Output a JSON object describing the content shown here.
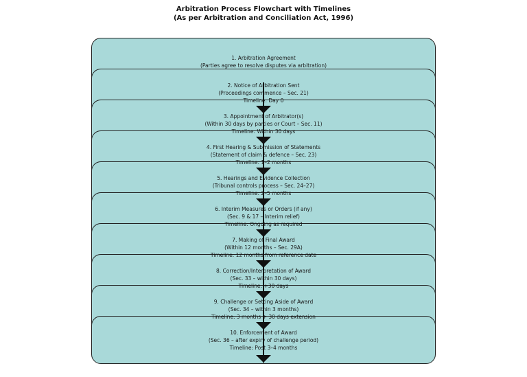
{
  "title": {
    "line1": "Arbitration Process Flowchart with Timelines",
    "line2": "(As per Arbitration and Conciliation Act, 1996)"
  },
  "colors": {
    "box_fill": "#a9d9d9",
    "box_border": "#222222",
    "arrow": "#111111",
    "text": "#1a1a1a",
    "background": "#ffffff"
  },
  "steps": [
    {
      "line1": "1. Arbitration Agreement",
      "line2": "(Parties agree to resolve disputes via arbitration)",
      "line3": ""
    },
    {
      "line1": "2. Notice of Arbitration Sent",
      "line2": "(Proceedings commence – Sec. 21)",
      "line3": "Timeline: Day 0"
    },
    {
      "line1": "3. Appointment of Arbitrator(s)",
      "line2": "(Within 30 days by parties or Court – Sec. 11)",
      "line3": "Timeline: Within 30 days"
    },
    {
      "line1": "4. First Hearing & Submission of Statements",
      "line2": "(Statement of claim & defence – Sec. 23)",
      "line3": "Timeline: 1–2 months"
    },
    {
      "line1": "5. Hearings and Evidence Collection",
      "line2": "(Tribunal controls process – Sec. 24–27)",
      "line3": "Timeline: 2–5 months"
    },
    {
      "line1": "6. Interim Measures or Orders (if any)",
      "line2": "(Sec. 9 & 17 – Interim relief)",
      "line3": "Timeline: Ongoing as required"
    },
    {
      "line1": "7. Making of Final Award",
      "line2": "(Within 12 months – Sec. 29A)",
      "line3": "Timeline: 12 months from reference date"
    },
    {
      "line1": "8. Correction/Interpretation of Award",
      "line2": "(Sec. 33 – within 30 days)",
      "line3": "Timeline: +30 days"
    },
    {
      "line1": "9. Challenge or Setting Aside of Award",
      "line2": "(Sec. 34 – within 3 months)",
      "line3": "Timeline: 3 months + 30 days extension"
    },
    {
      "line1": "10. Enforcement of Award",
      "line2": "(Sec. 36 – after expiry of challenge period)",
      "line3": "Timeline: Post 3–4 months"
    }
  ]
}
